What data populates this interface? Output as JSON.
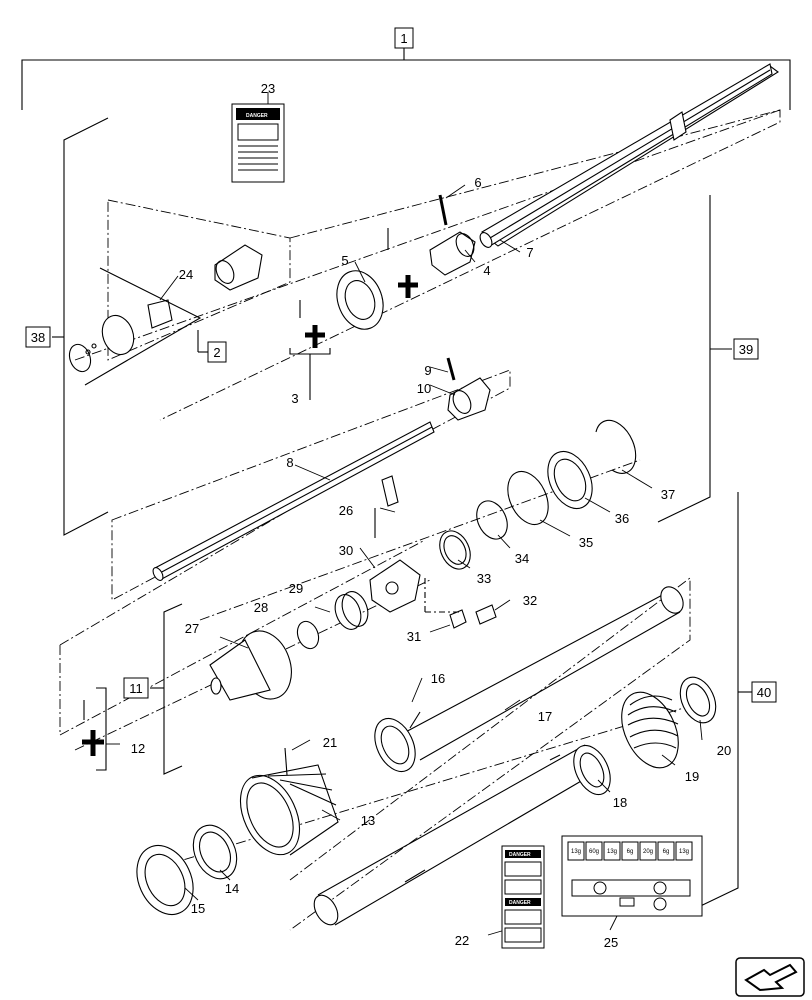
{
  "callouts": {
    "c1": "1",
    "c2": "2",
    "c3": "3",
    "c4": "4",
    "c5": "5",
    "c6": "6",
    "c7": "7",
    "c8": "8",
    "c9": "9",
    "c10": "10",
    "c11": "11",
    "c12": "12",
    "c13": "13",
    "c14": "14",
    "c15": "15",
    "c16": "16",
    "c17": "17",
    "c18": "18",
    "c19": "19",
    "c20": "20",
    "c21": "21",
    "c22": "22",
    "c23": "23",
    "c24": "24",
    "c25": "25",
    "c26": "26",
    "c27": "27",
    "c28": "28",
    "c29": "29",
    "c30": "30",
    "c31": "31",
    "c32": "32",
    "c33": "33",
    "c34": "34",
    "c35": "35",
    "c36": "36",
    "c37": "37",
    "c38": "38",
    "c39": "39",
    "c40": "40"
  },
  "decals": {
    "danger_word": "DANGER",
    "spec_values": [
      "13g",
      "60g",
      "13g",
      "6g",
      "20g",
      "6g",
      "13g"
    ]
  },
  "icons": {
    "nav": "next-page-arrow-icon"
  }
}
